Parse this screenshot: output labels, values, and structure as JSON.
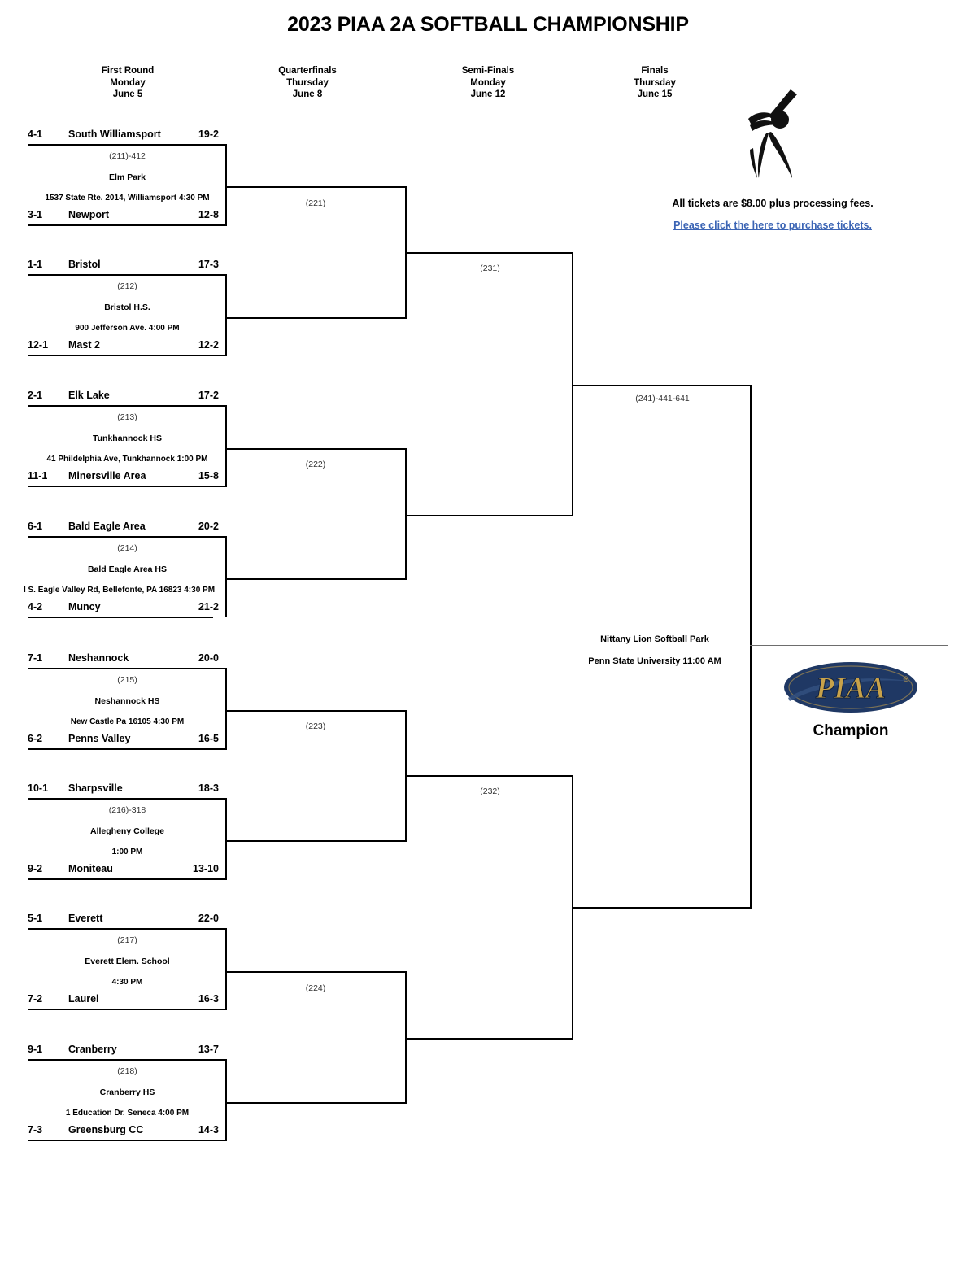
{
  "title": "2023 PIAA 2A SOFTBALL CHAMPIONSHIP",
  "rounds": [
    {
      "name": "First Round",
      "day": "Monday",
      "date": "June 5"
    },
    {
      "name": "Quarterfinals",
      "day": "Thursday",
      "date": "June 8"
    },
    {
      "name": "Semi-Finals",
      "day": "Monday",
      "date": "June 12"
    },
    {
      "name": "Finals",
      "day": "Thursday",
      "date": "June 15"
    }
  ],
  "first_round": [
    {
      "game_number": "(211)-412",
      "venue": "Elm Park",
      "address": "1537 State Rte. 2014, Williamsport 4:30 PM",
      "top": {
        "seed": "4-1",
        "team": "South Williamsport",
        "record": "19-2"
      },
      "bottom": {
        "seed": "3-1",
        "team": "Newport",
        "record": "12-8"
      }
    },
    {
      "game_number": "(212)",
      "venue": "Bristol H.S.",
      "address": "900  Jefferson Ave. 4:00 PM",
      "top": {
        "seed": "1-1",
        "team": "Bristol",
        "record": "17-3"
      },
      "bottom": {
        "seed": "12-1",
        "team": "Mast 2",
        "record": "12-2"
      }
    },
    {
      "game_number": "(213)",
      "venue": "Tunkhannock HS",
      "address": "41 Phildelphia Ave, Tunkhannock 1:00 PM",
      "top": {
        "seed": "2-1",
        "team": "Elk Lake",
        "record": "17-2"
      },
      "bottom": {
        "seed": "11-1",
        "team": "Minersville Area",
        "record": "15-8"
      }
    },
    {
      "game_number": "(214)",
      "venue": "Bald Eagle Area HS",
      "address": "I S. Eagle Valley Rd, Bellefonte, PA 16823 4:30 PM",
      "top": {
        "seed": "6-1",
        "team": "Bald Eagle Area",
        "record": "20-2"
      },
      "bottom": {
        "seed": "4-2",
        "team": "Muncy",
        "record": "21-2"
      }
    },
    {
      "game_number": "(215)",
      "venue": "Neshannock HS",
      "address": "New Castle Pa 16105 4:30 PM",
      "top": {
        "seed": "7-1",
        "team": "Neshannock",
        "record": "20-0"
      },
      "bottom": {
        "seed": "6-2",
        "team": "Penns Valley",
        "record": "16-5"
      }
    },
    {
      "game_number": "(216)-318",
      "venue": "Allegheny College",
      "address": "1:00 PM",
      "top": {
        "seed": "10-1",
        "team": "Sharpsville",
        "record": "18-3"
      },
      "bottom": {
        "seed": "9-2",
        "team": "Moniteau",
        "record": "13-10"
      }
    },
    {
      "game_number": "(217)",
      "venue": "Everett Elem. School",
      "address": "4:30 PM",
      "top": {
        "seed": "5-1",
        "team": "Everett",
        "record": "22-0"
      },
      "bottom": {
        "seed": "7-2",
        "team": "Laurel",
        "record": "16-3"
      }
    },
    {
      "game_number": "(218)",
      "venue": "Cranberry HS",
      "address": "1 Education Dr. Seneca 4:00 PM",
      "top": {
        "seed": "9-1",
        "team": "Cranberry",
        "record": "13-7"
      },
      "bottom": {
        "seed": "7-3",
        "team": "Greensburg CC",
        "record": "14-3"
      }
    }
  ],
  "quarterfinals": [
    {
      "game_number": "(221)"
    },
    {
      "game_number": "(222)"
    },
    {
      "game_number": "(223)"
    },
    {
      "game_number": "(224)"
    }
  ],
  "semifinals": [
    {
      "game_number": "(231)"
    },
    {
      "game_number": "(232)"
    }
  ],
  "final": {
    "game_number": "(241)-441-641",
    "venue": "Nittany Lion Softball Park",
    "address": "Penn State University 11:00 AM"
  },
  "tickets": {
    "price_note": "All tickets are $8.00 plus processing fees.",
    "link_text": "Please click the here to purchase tickets.",
    "link_color": "#3b64b4"
  },
  "champion": {
    "label": "Champion",
    "logo_text": "PIAA",
    "logo_registered": "®",
    "logo_navy": "#1f3864",
    "logo_gold": "#c8a24a"
  },
  "icons": {
    "batter": "batter-icon"
  }
}
